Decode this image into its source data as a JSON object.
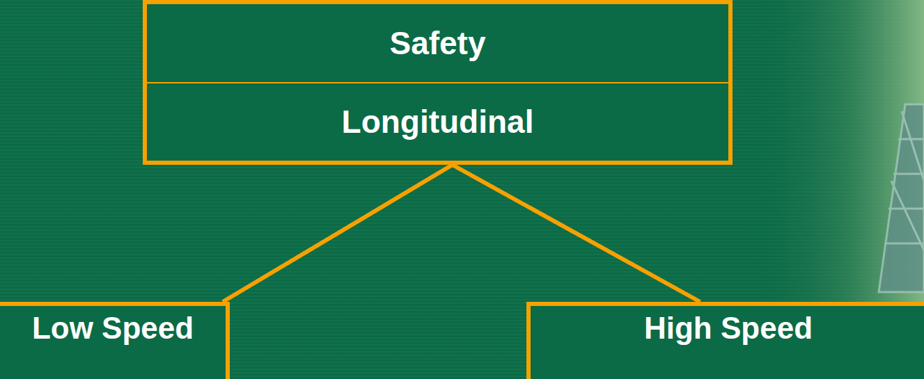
{
  "diagram": {
    "nodes": [
      {
        "text": [
          "Safety",
          "Longitudinal"
        ]
      },
      {
        "text": [
          "Low Speed"
        ]
      },
      {
        "text": [
          "High Speed"
        ]
      }
    ],
    "edges": [
      {
        "from": 0,
        "to": 1,
        "arrow": "none"
      },
      {
        "from": 0,
        "to": 2,
        "arrow": "none"
      }
    ]
  }
}
